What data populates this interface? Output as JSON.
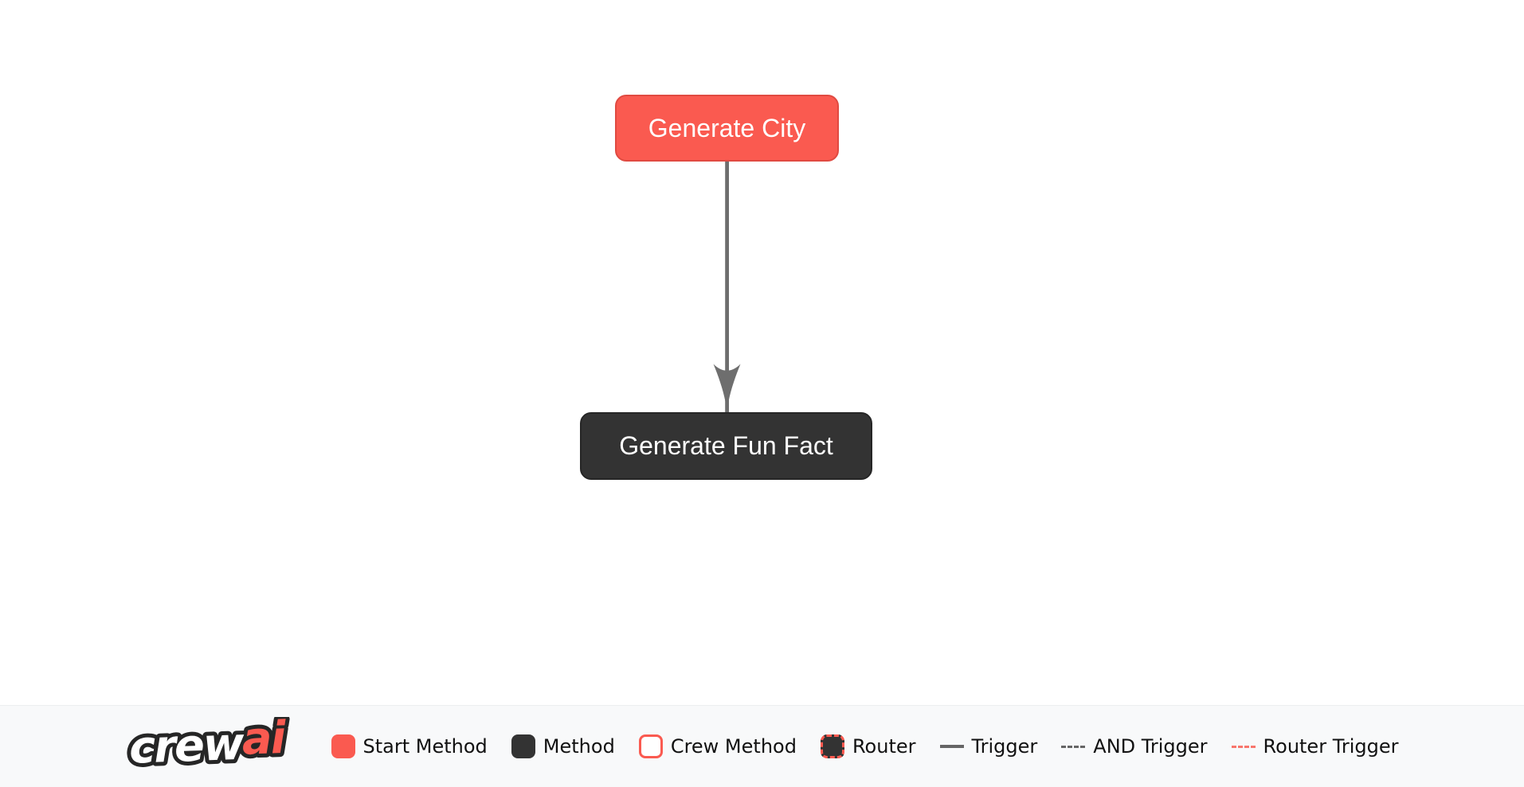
{
  "flow": {
    "nodes": [
      {
        "label": "Generate City",
        "type": "start-method",
        "fill": "#fa5a50",
        "border": "#e04a41",
        "text_color": "#ffffff"
      },
      {
        "label": "Generate Fun Fact",
        "type": "method",
        "fill": "#333333",
        "border": "#262626",
        "text_color": "#ffffff"
      }
    ],
    "edges": [
      {
        "from": "Generate City",
        "to": "Generate Fun Fact",
        "type": "trigger",
        "color": "#6e6e6e",
        "style": "solid-arrow-down"
      }
    ]
  },
  "legend": {
    "logo": {
      "crew": "crew",
      "ai": "ai"
    },
    "items": [
      {
        "label": "Start Method",
        "swatch": "red-rounded-square"
      },
      {
        "label": "Method",
        "swatch": "dark-rounded-square"
      },
      {
        "label": "Crew Method",
        "swatch": "white-square-red-border"
      },
      {
        "label": "Router",
        "swatch": "dark-square-red-dashed-border"
      },
      {
        "label": "Trigger",
        "swatch": "solid-gray-line"
      },
      {
        "label": "AND Trigger",
        "swatch": "dashed-gray-line"
      },
      {
        "label": "Router Trigger",
        "swatch": "dashed-red-line"
      }
    ]
  },
  "colors": {
    "accent_red": "#fa5a50",
    "accent_red_border": "#e04a41",
    "dark_node": "#333333",
    "edge_gray": "#6e6e6e",
    "legend_background": "#f8f9fa",
    "canvas_background": "#ffffff",
    "legend_text": "#111111",
    "node_text": "#ffffff"
  }
}
